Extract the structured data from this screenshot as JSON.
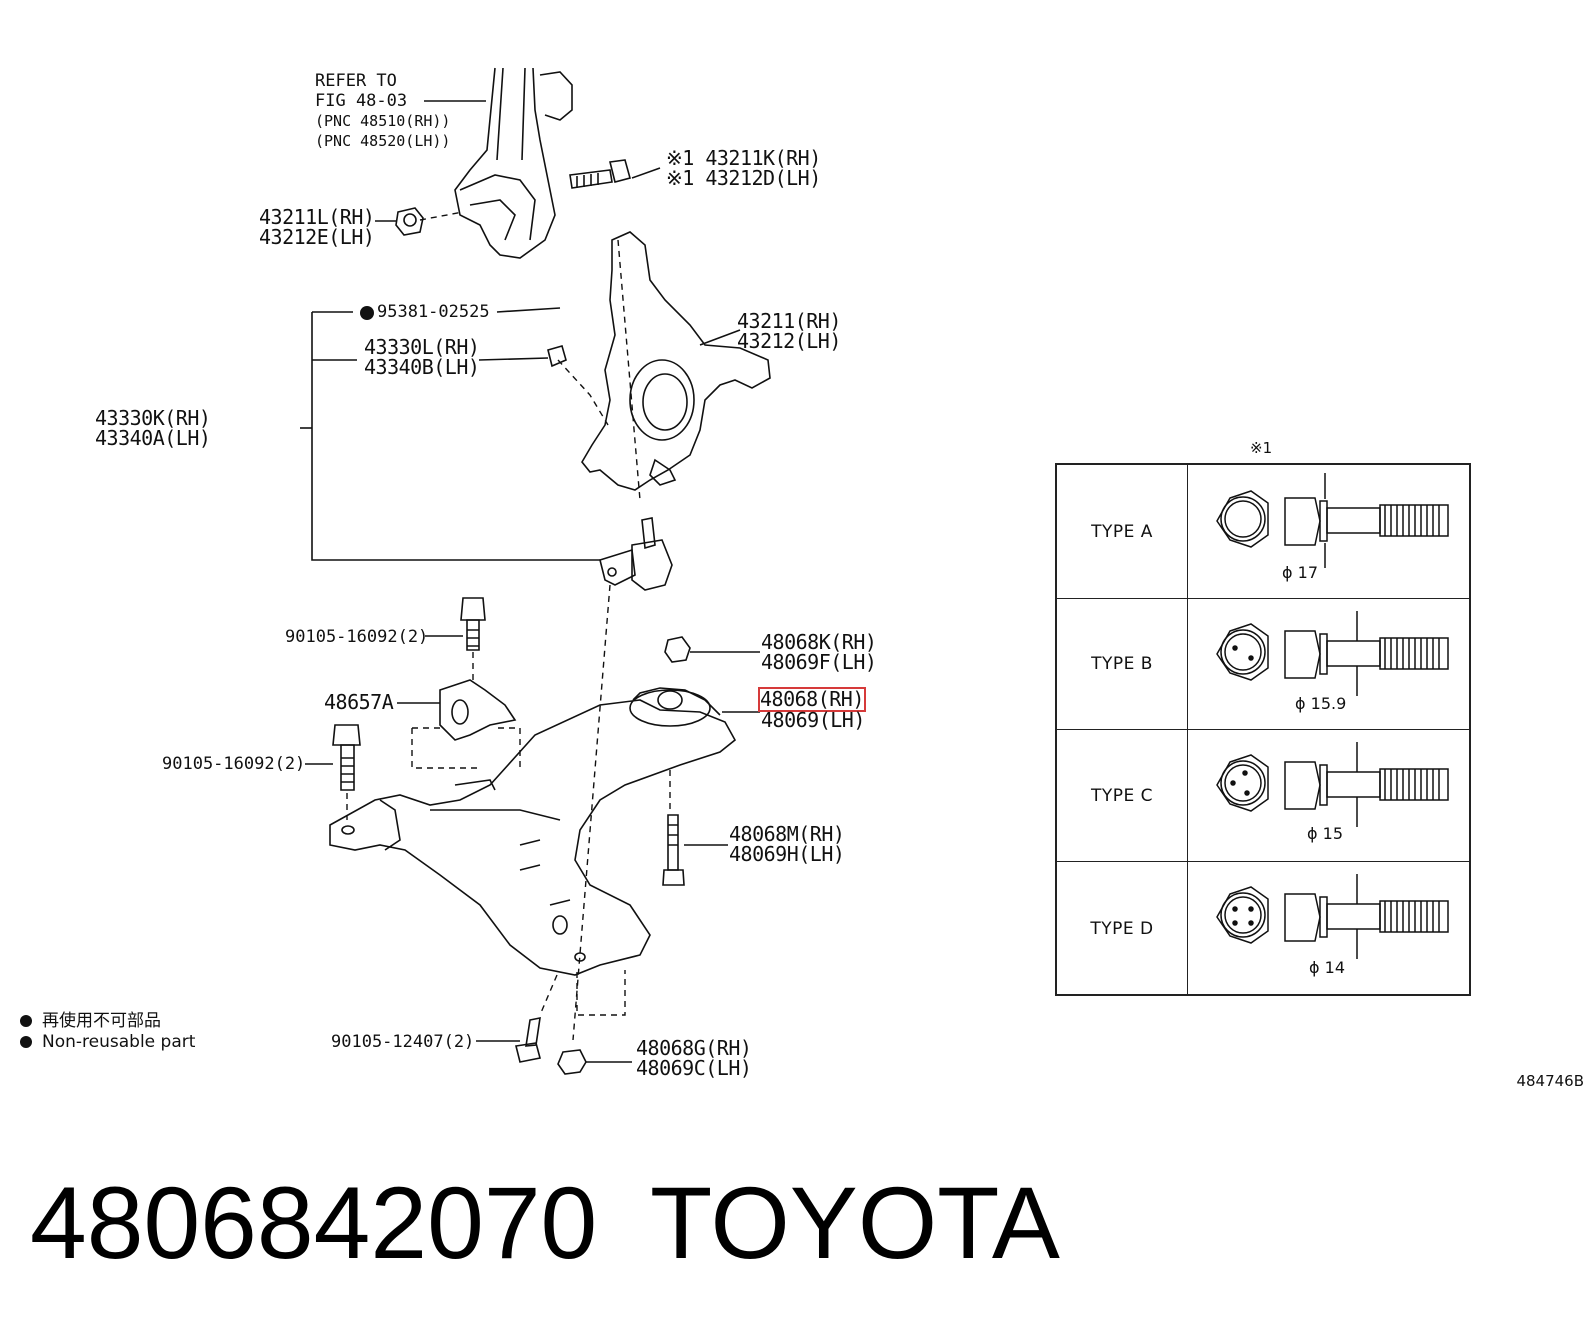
{
  "refer": {
    "line1": "REFER TO",
    "line2": "FIG 48-03",
    "line3": "(PNC 48510(RH))",
    "line4": "(PNC 48520(LH))"
  },
  "labels": {
    "bolt_rh": "※1 43211K(RH)",
    "bolt_lh": "※1 43212D(LH)",
    "nut_rh": "43211L(RH)",
    "nut_lh": "43212E(LH)",
    "clip": "95381-02525",
    "knuckle_rh": "43211(RH)",
    "knuckle_lh": "43212(LH)",
    "balljoint_rh": "43330L(RH)",
    "balljoint_lh": "43340B(LH)",
    "assy_rh": "43330K(RH)",
    "assy_lh": "43340A(LH)",
    "bolt_90105_16092_a": "90105-16092(2)",
    "nut_48068k": "48068K(RH)",
    "nut_48069f": "48069F(LH)",
    "bracket": "48657A",
    "arm_rh": "48068(RH)",
    "arm_lh": "48069(LH)",
    "bolt_90105_16092_b": "90105-16092(2)",
    "bolt_48068m": "48068M(RH)",
    "bolt_48069h": "48069H(LH)",
    "bolt_90105_12407": "90105-12407(2)",
    "nut_48068g": "48068G(RH)",
    "nut_48069c": "48069C(LH)"
  },
  "legend": {
    "jp": "再使用不可部品",
    "en": "Non-reusable part"
  },
  "type_table": {
    "note": "※1",
    "rows": [
      {
        "name": "TYPE A",
        "dia": "ϕ 17"
      },
      {
        "name": "TYPE B",
        "dia": "ϕ 15.9"
      },
      {
        "name": "TYPE C",
        "dia": "ϕ 15"
      },
      {
        "name": "TYPE D",
        "dia": "ϕ 14"
      }
    ]
  },
  "figure_id": "484746B",
  "title": {
    "part_number": "4806842070",
    "brand": "TOYOTA"
  }
}
